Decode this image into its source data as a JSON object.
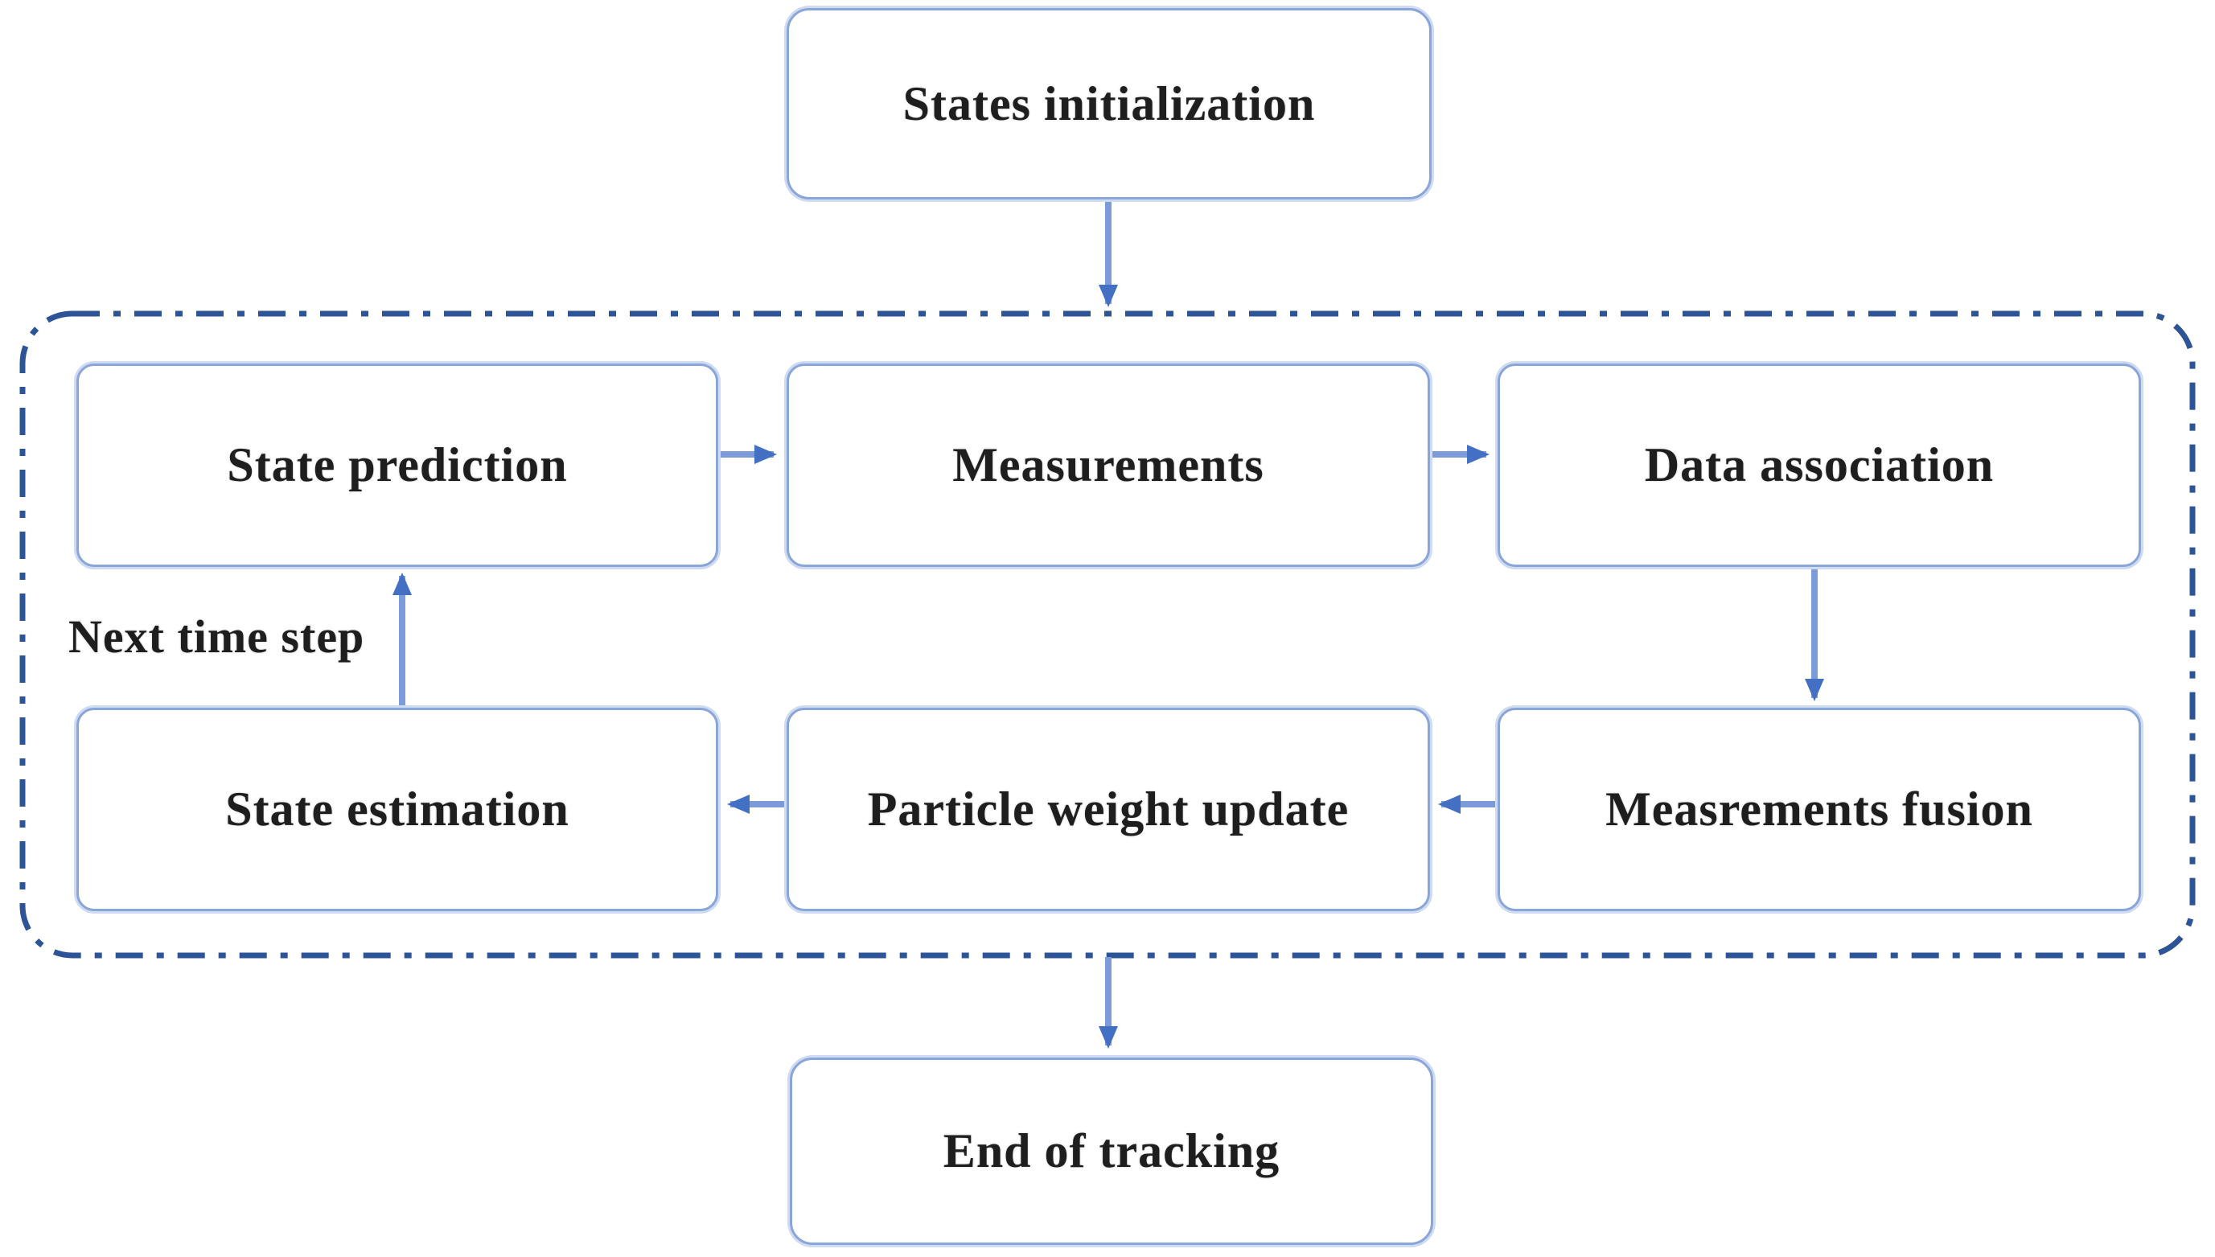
{
  "figure": {
    "type": "flowchart"
  },
  "nodes": {
    "states_init": {
      "label": "States initialization"
    },
    "state_prediction": {
      "label": "State prediction"
    },
    "measurements": {
      "label": "Measurements"
    },
    "data_association": {
      "label": "Data association"
    },
    "state_estimation": {
      "label": "State estimation"
    },
    "particle_weight_update": {
      "label": "Particle weight update"
    },
    "measrements_fusion": {
      "label": "Measrements fusion"
    },
    "end_of_tracking": {
      "label": "End of tracking"
    }
  },
  "labels": {
    "next_time_step": "Next time step"
  },
  "edges": [
    {
      "from": "states_init",
      "to": "tracking_loop"
    },
    {
      "from": "state_prediction",
      "to": "measurements"
    },
    {
      "from": "measurements",
      "to": "data_association"
    },
    {
      "from": "data_association",
      "to": "measrements_fusion"
    },
    {
      "from": "measrements_fusion",
      "to": "particle_weight_update"
    },
    {
      "from": "particle_weight_update",
      "to": "state_estimation"
    },
    {
      "from": "state_estimation",
      "to": "state_prediction",
      "label": "Next time step"
    },
    {
      "from": "tracking_loop",
      "to": "end_of_tracking"
    }
  ],
  "colors": {
    "node_border": "#8aa5d9",
    "node_halo": "#cfdbf1",
    "loop_border": "#2d5496",
    "arrow": "#7b9cd8",
    "arrowhead": "#4470c4",
    "text": "#1e1e1e",
    "bg": "#ffffff"
  }
}
